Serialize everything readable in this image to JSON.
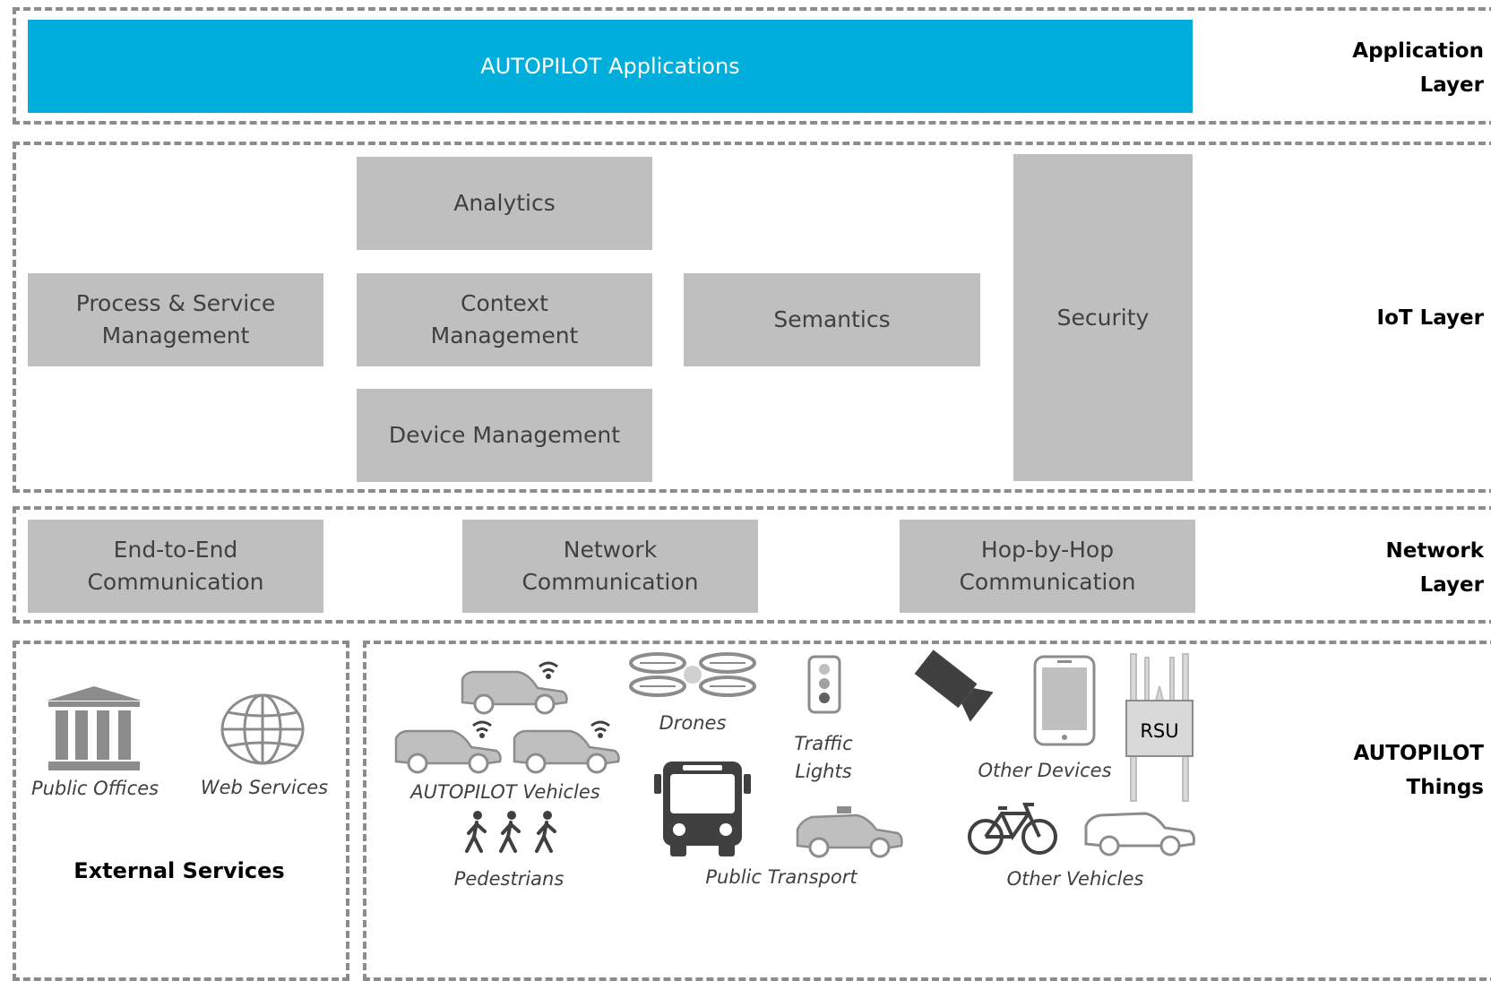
{
  "application_layer": {
    "bar_label": "AUTOPILOT Applications",
    "layer_label": "Application\nLayer"
  },
  "iot_layer": {
    "layer_label": "IoT Layer",
    "boxes": {
      "analytics": "Analytics",
      "process_service": "Process & Service\nManagement",
      "context": "Context\nManagement",
      "semantics": "Semantics",
      "security": "Security",
      "device_management": "Device Management"
    }
  },
  "network_layer": {
    "layer_label": "Network\nLayer",
    "boxes": {
      "end_to_end": "End-to-End\nCommunication",
      "network": "Network\nCommunication",
      "hop_by_hop": "Hop-by-Hop\nCommunication"
    }
  },
  "things_layer": {
    "layer_label": "AUTOPILOT\nThings",
    "external_services": {
      "title": "External Services",
      "public_offices": "Public Offices",
      "web_services": "Web Services"
    },
    "things": {
      "autopilot_vehicles": "AUTOPILOT Vehicles",
      "drones": "Drones",
      "traffic_lights": "Traffic\nLights",
      "other_devices": "Other Devices",
      "rsu": "RSU",
      "pedestrians": "Pedestrians",
      "public_transport": "Public Transport",
      "other_vehicles": "Other Vehicles"
    }
  },
  "colors": {
    "accent": "#00aedb",
    "box": "#bfbfbf",
    "icon": "#8c8c8c",
    "dash": "#8c8c8c"
  }
}
